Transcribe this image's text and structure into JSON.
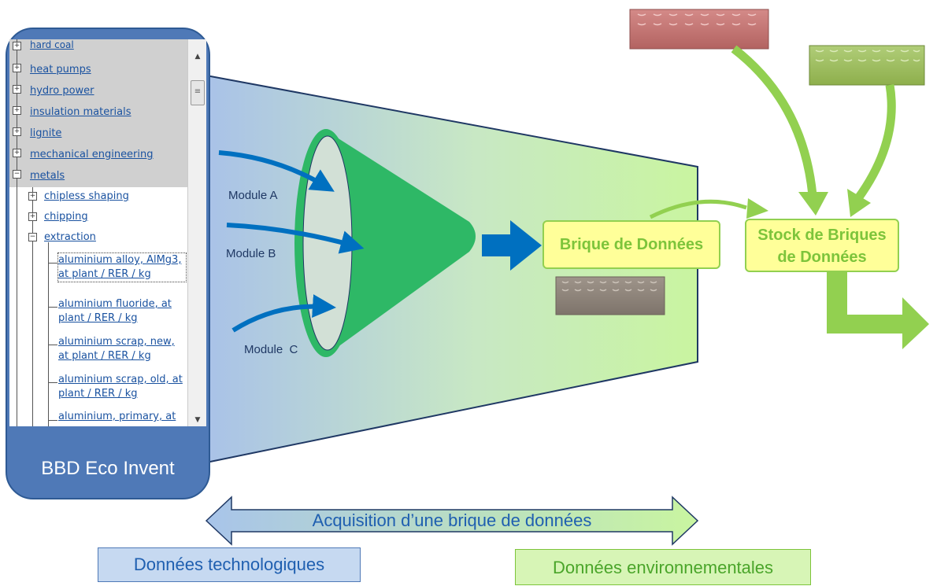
{
  "panel": {
    "title": "BBD Eco Invent",
    "tree_top": [
      {
        "label": "hard coal",
        "sign": "+"
      },
      {
        "label": "heat pumps",
        "sign": "+"
      },
      {
        "label": "hydro power",
        "sign": "+"
      },
      {
        "label": "insulation materials",
        "sign": "+"
      },
      {
        "label": "lignite",
        "sign": "+"
      },
      {
        "label": "mechanical engineering",
        "sign": "+"
      },
      {
        "label": "metals",
        "sign": "−"
      }
    ],
    "tree_sub": [
      {
        "label": "chipless shaping",
        "sign": "+"
      },
      {
        "label": "chipping",
        "sign": "+"
      },
      {
        "label": "extraction",
        "sign": "−"
      }
    ],
    "tree_leaves": [
      "aluminium alloy, AlMg3, at plant / RER / kg",
      "aluminium fluoride, at plant / RER / kg",
      "aluminium scrap, new, at plant / RER / kg",
      "aluminium scrap, old, at plant / RER / kg",
      "aluminium, primary, at"
    ]
  },
  "modules": [
    "Module A",
    "Module B",
    "Module  C"
  ],
  "brique": "Brique de Données",
  "stock": {
    "line1": "Stock de Briques",
    "line2": "de Données"
  },
  "acquisition": "Acquisition d’une brique de données",
  "tech_label": "Données technologiques",
  "env_label": "Données environnementales",
  "colors": {
    "panel": "#4f79b7",
    "green_arrow": "#92d050",
    "blue_arrow": "#0070c0",
    "funnel": "#2eb866",
    "brick_red": "#c0716f",
    "brick_green": "#9bbb59",
    "brick_grey": "#8c8177",
    "box_fill": "#ffff99"
  }
}
